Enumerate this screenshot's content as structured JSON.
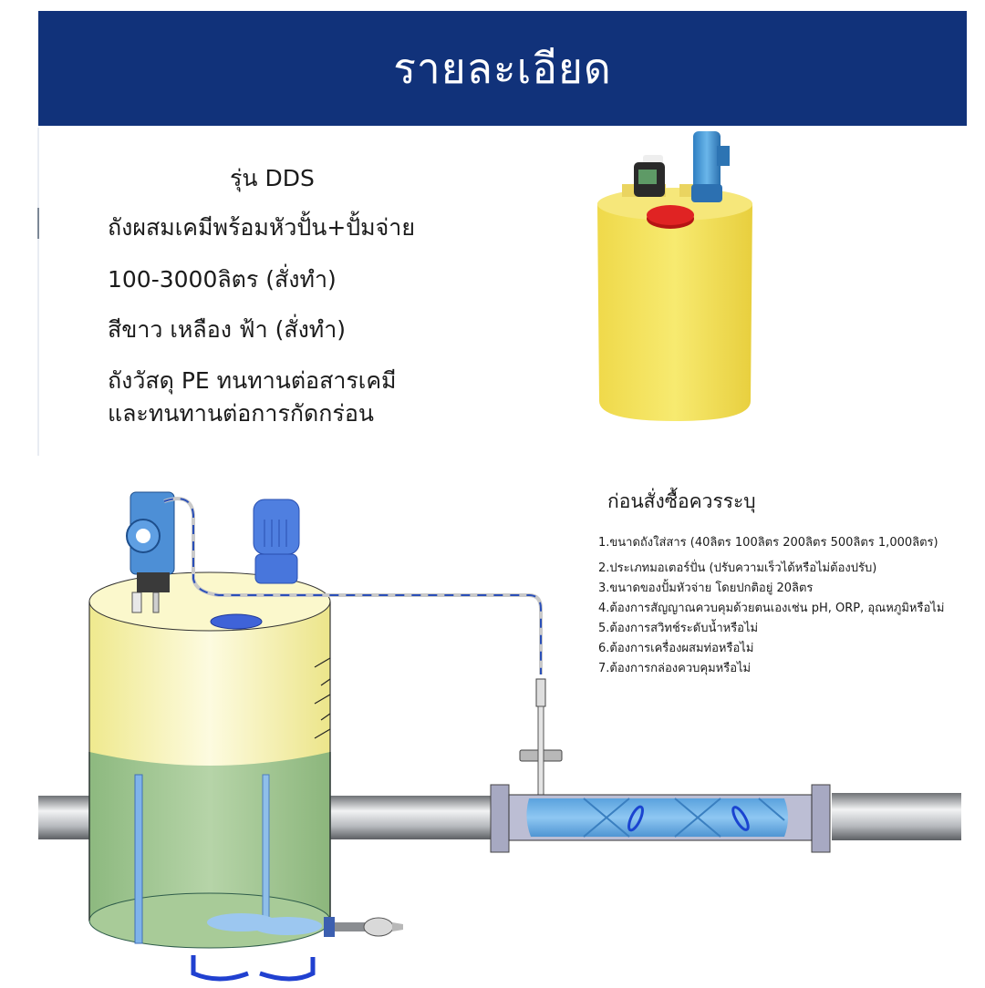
{
  "header": {
    "title": "รายละเอียด",
    "background_color": "#11327a"
  },
  "specs": {
    "model": "รุ่น DDS",
    "lines": [
      "ถังผสมเคมีพร้อมหัวปั้น+ปั้มจ่าย",
      "100-3000ลิตร (สั่งทำ)",
      "สีขาว เหลือง ฟ้า (สั่งทำ)",
      "ถังวัสดุ PE ทนทานต่อสารเคมี",
      "และทนทานต่อการกัดกร่อน"
    ]
  },
  "product_photo": {
    "subject": "yellow PE chemical tank with dosing pump and blue agitator motor",
    "tank_color": "#f2e35a",
    "lid_color": "#e02020",
    "motor_color": "#3a8fd0"
  },
  "order_info": {
    "title": "ก่อนสั่งซื้อควรระบุ",
    "items": [
      "1.ขนาดถังใส่สาร (40ลิตร 100ลิตร 200ลิตร 500ลิตร 1,000ลิตร)",
      "2.ประเภทมอเตอร์ปั่น (ปรับความเร็วได้หรือไม่ต้องปรับ)",
      "3.ขนาดของปั้มหัวจ่าย โดยปกติอยู่ 20ลิตร",
      "4.ต้องการสัญญาณควบคุมด้วยตนเองเช่น pH, ORP, อุณหภูมิหรือไม่",
      "5.ต้องการสวิทช์ระดับน้ำหรือไม่",
      "6.ต้องการเครื่องผสมท่อหรือไม่",
      "7.ต้องการกล่องควบคุมหรือไม่"
    ]
  },
  "diagram": {
    "subject": "dosing tank with agitator, dosing pump line to inline static mixer pipe",
    "tank_top_color": "#f7f3a8",
    "liquid_color": "#9cc48e",
    "pipe_color": "#a9adb2",
    "mixer_color": "#6fb2e8",
    "hose_color": "#2a4fb8"
  }
}
